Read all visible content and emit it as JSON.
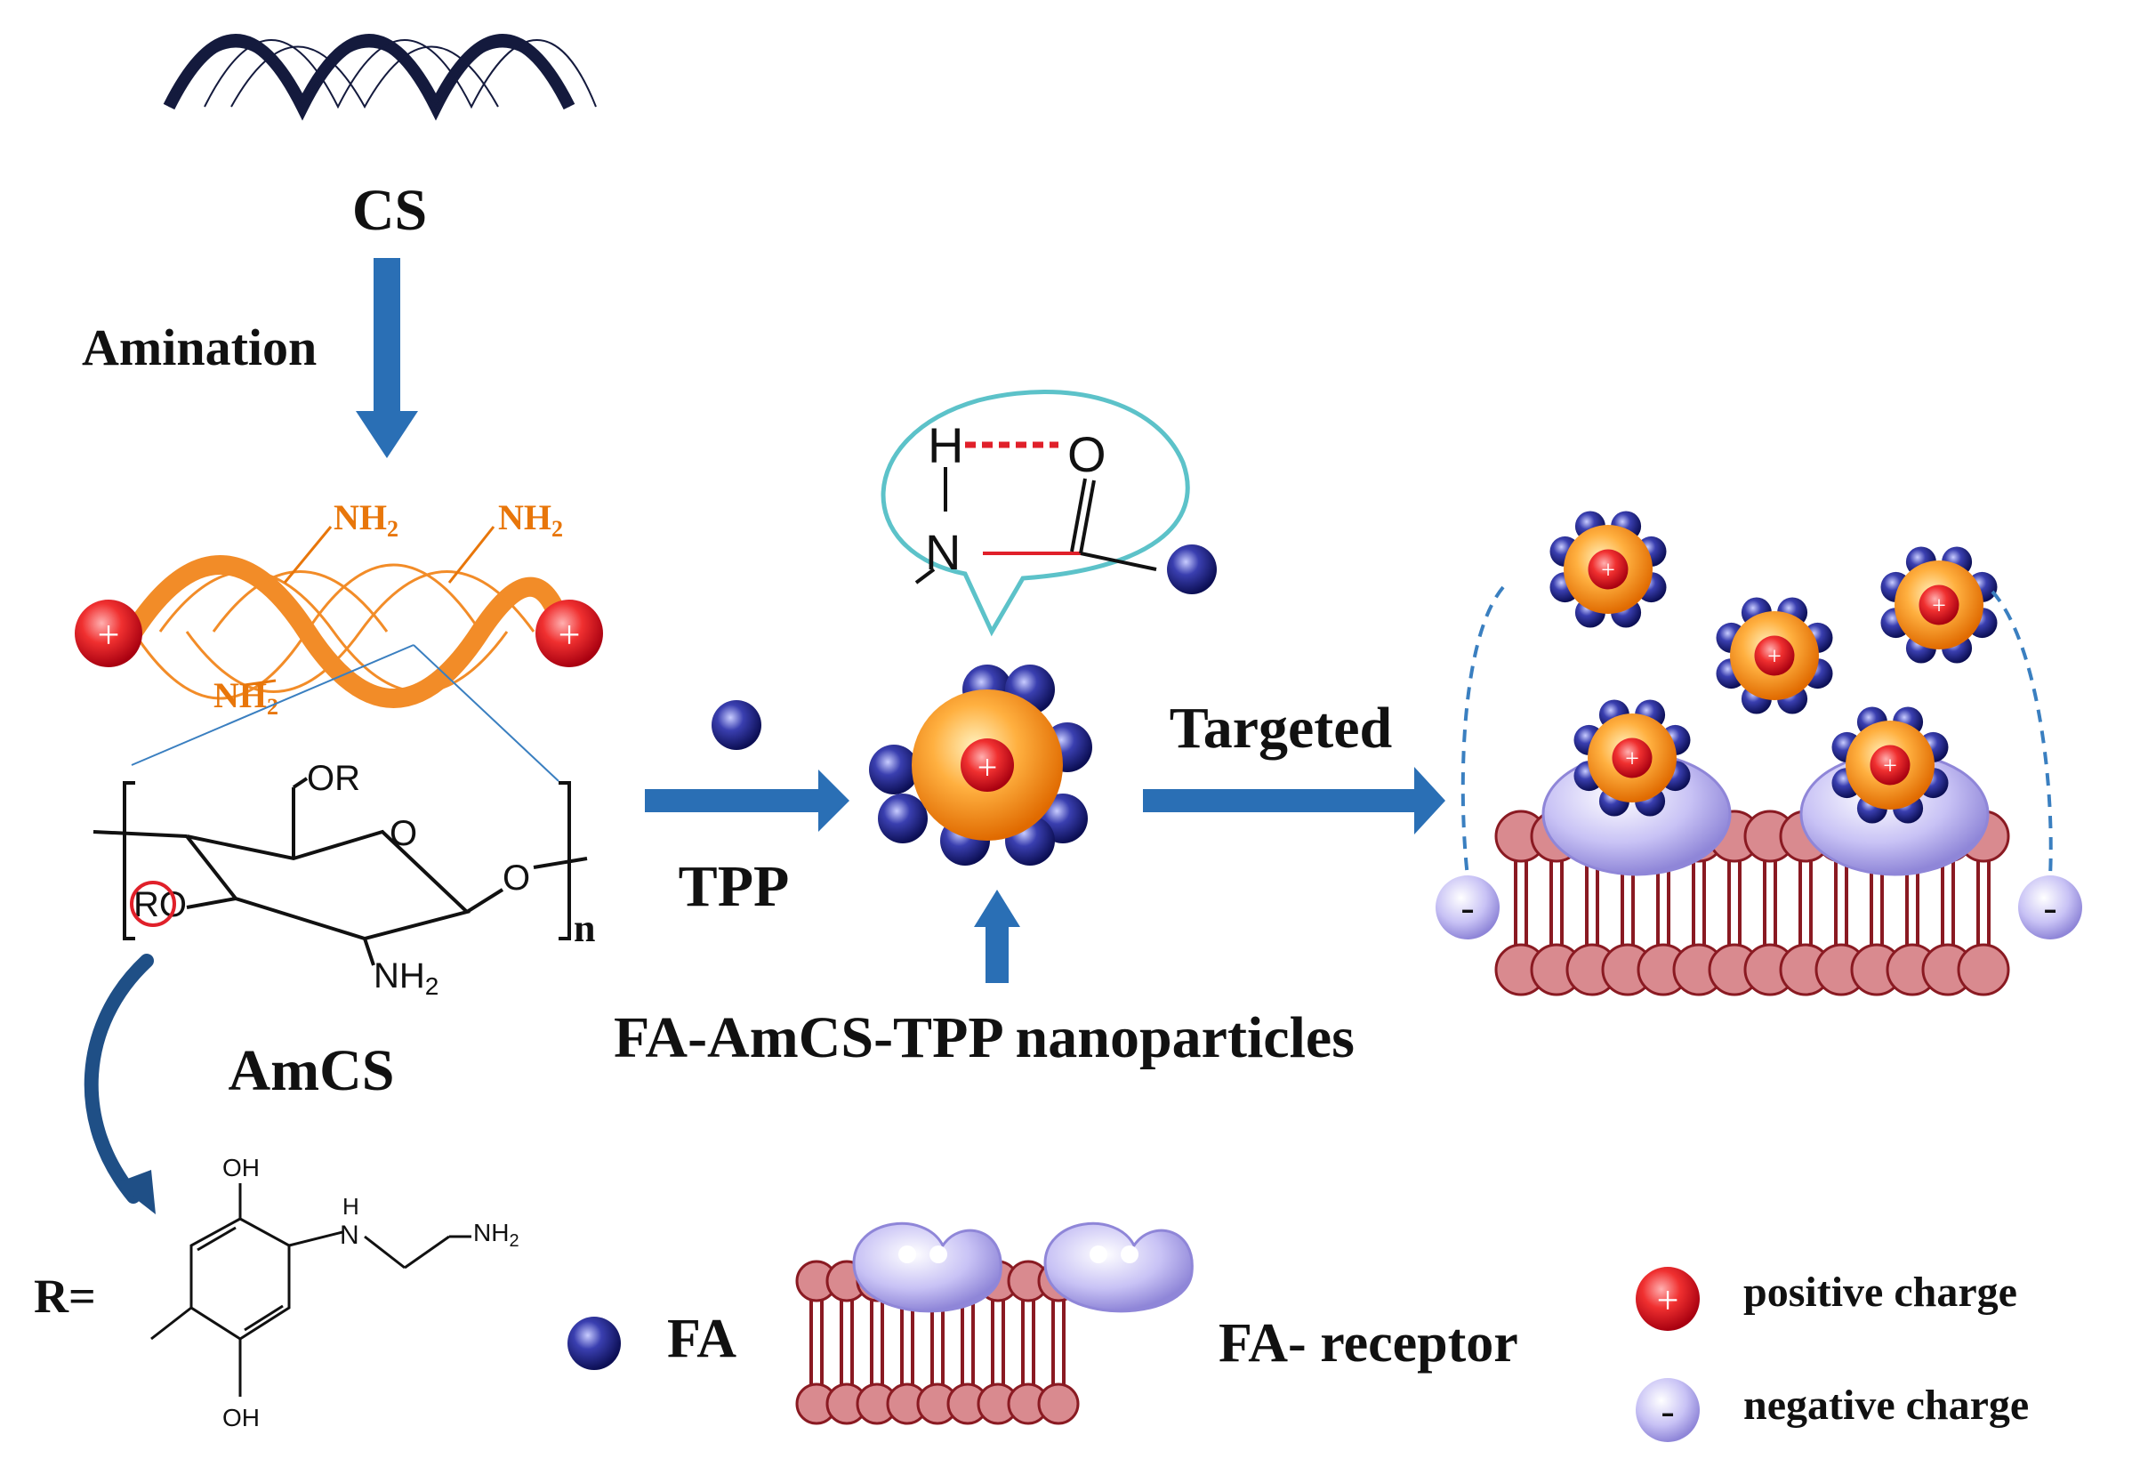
{
  "labels": {
    "cs": "CS",
    "amination": "Amination",
    "nh2": "NH",
    "nh2_sub": "2",
    "amcs": "AmCS",
    "r_eq": "R=",
    "tpp": "TPP",
    "targeted": "Targeted",
    "nanoparticles": "FA-AmCS-TPP nanoparticles",
    "n_sub": "n"
  },
  "chem": {
    "or": "OR",
    "o": "O",
    "ro": "RO",
    "nh2_ring": "NH",
    "oh": "OH",
    "h": "H",
    "n": "N",
    "o_big": "O",
    "nh2_tail": "NH"
  },
  "legend": {
    "fa": "FA",
    "fa_receptor": "FA- receptor",
    "positive": "positive charge",
    "negative": "negative charge"
  },
  "signs": {
    "plus": "+",
    "minus": "-"
  },
  "colors": {
    "arrow_blue": "#2a6fb5",
    "orange": "#f28c28",
    "red_charge": "#e0202a",
    "navy": "#1b1e6e",
    "membrane": "#d98a8f",
    "receptor": "#c9c4f2",
    "bubble": "#5cc2c9"
  }
}
